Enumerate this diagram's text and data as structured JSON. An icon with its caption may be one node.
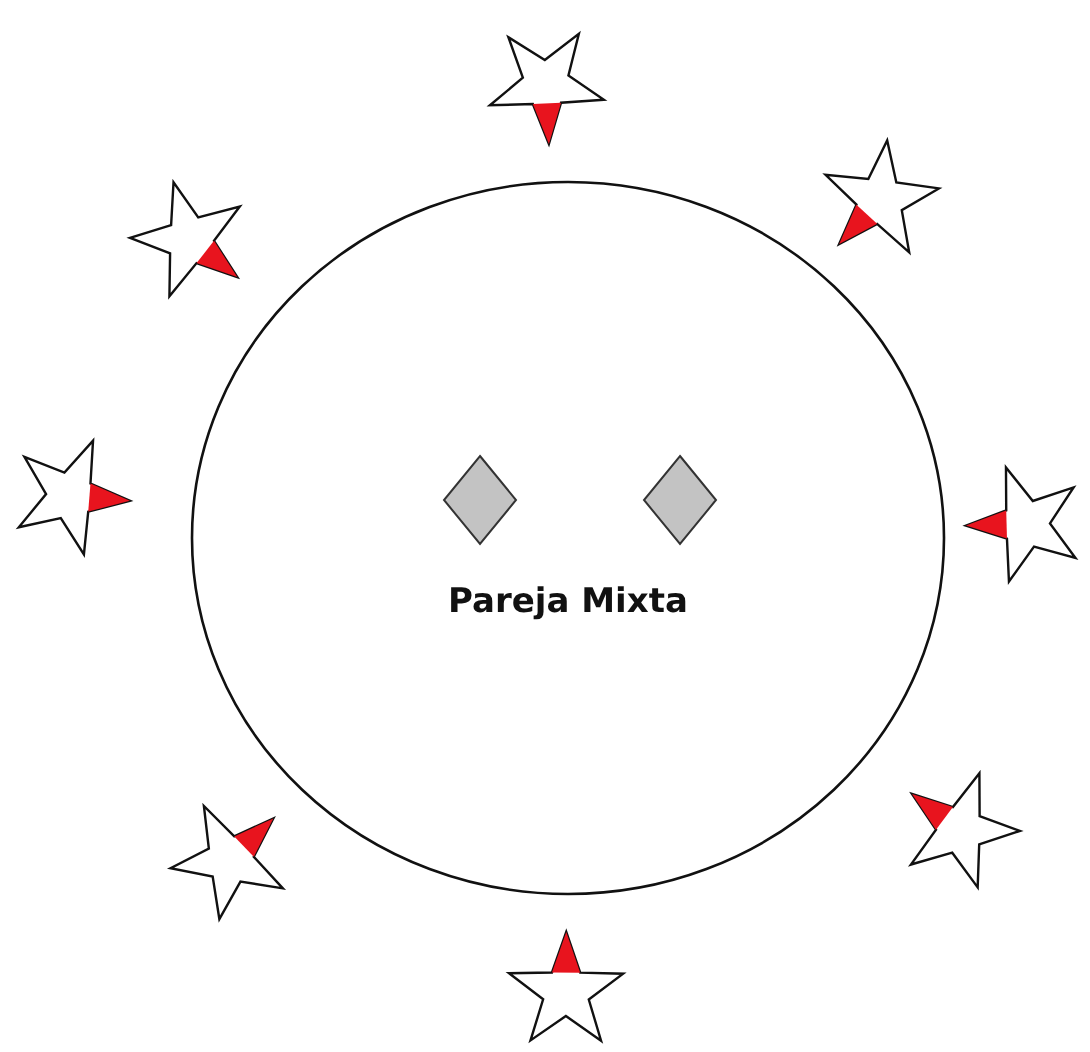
{
  "diagram": {
    "nodes": [
      {
        "text": [
          "Pareja Mixta"
        ]
      },
      {
        "text": [],
        "shape": "diamond",
        "in": 0
      },
      {
        "text": [],
        "shape": "diamond",
        "in": 0
      }
    ]
  }
}
